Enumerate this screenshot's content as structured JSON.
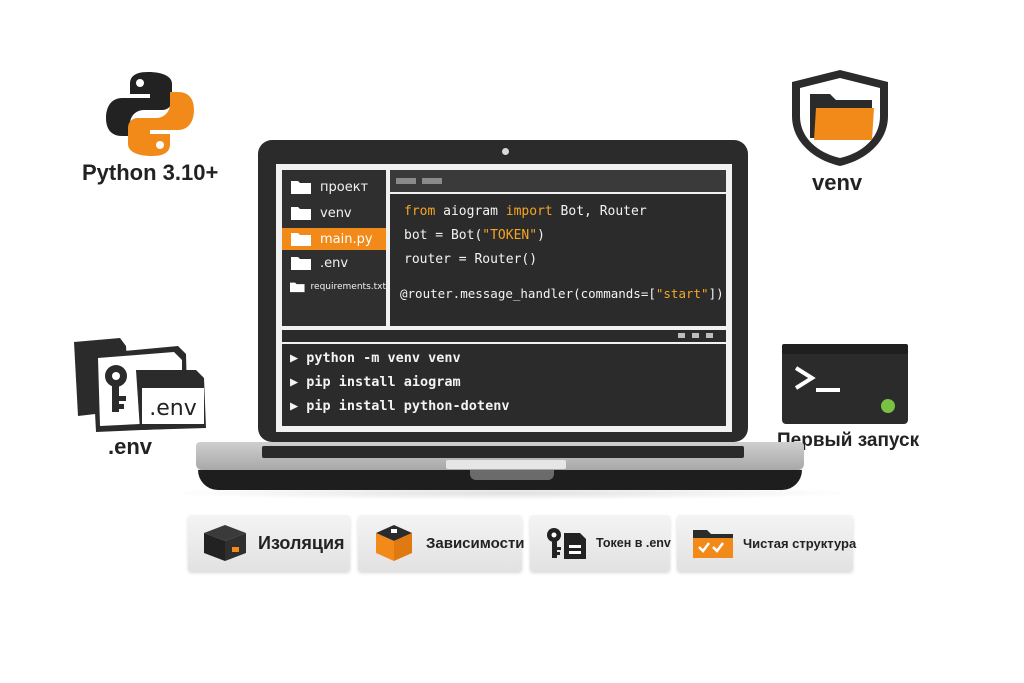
{
  "features": {
    "python": {
      "label": "Python 3.10+",
      "icon": "python-logo-icon"
    },
    "venv": {
      "label": "venv",
      "icon": "shield-folder-icon"
    },
    "env": {
      "label": ".env",
      "icon_text": ".env",
      "icon": "key-file-icon"
    },
    "first_run": {
      "label": "Первый запуск",
      "icon": "terminal-icon"
    }
  },
  "explorer": {
    "items": [
      {
        "label": "проект",
        "type": "folder"
      },
      {
        "label": "venv",
        "type": "folder"
      },
      {
        "label": "main.py",
        "type": "file",
        "active": true
      },
      {
        "label": ".env",
        "type": "file"
      },
      {
        "label": "requirements.txt",
        "type": "file"
      }
    ]
  },
  "editor": {
    "line1": {
      "kw1": "from",
      "mod": " aiogram ",
      "kw2": "import",
      "rest": " Bot, Router"
    },
    "line2": {
      "pre": "bot = Bot(",
      "str": "\"TOKEN\"",
      "post": ")"
    },
    "line3": "router = Router()",
    "line4": {
      "pre": "@router.message_handler(commands=[",
      "str": "\"start\"",
      "post": "])"
    }
  },
  "terminal": {
    "commands": [
      "▶ python -m venv venv",
      "▶ pip install aiogram",
      "▶ pip install python-dotenv"
    ]
  },
  "badges": [
    {
      "label": "Изоляция",
      "icon": "box-icon"
    },
    {
      "label": "Зависимости",
      "icon": "package-icon"
    },
    {
      "label": "Токен в .env",
      "icon": "key-document-icon"
    },
    {
      "label": "Чистая структура",
      "icon": "checked-folder-icon"
    }
  ],
  "colors": {
    "accent": "#f28a1a",
    "dark": "#2b2b2b",
    "green": "#7ac143"
  }
}
